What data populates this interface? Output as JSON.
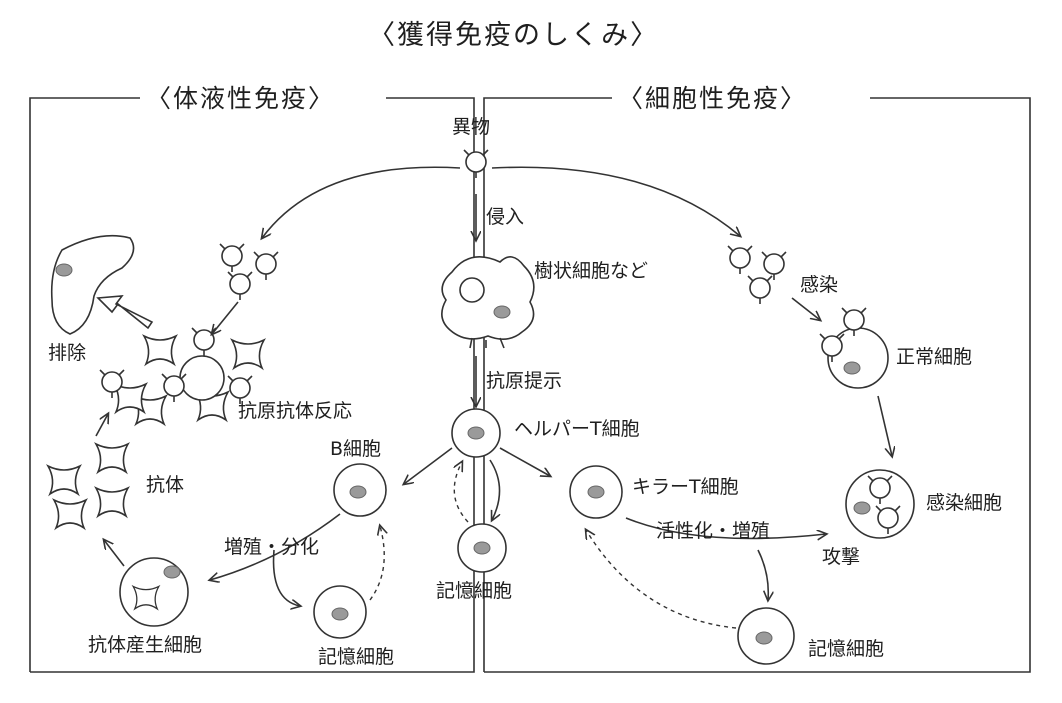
{
  "title": "〈獲得免疫のしくみ〉",
  "sections": {
    "humoral": "〈体液性免疫〉",
    "cellular": "〈細胞性免疫〉"
  },
  "labels": {
    "foreign": "異物",
    "invasion": "侵入",
    "dendritic": "樹状細胞など",
    "antigen_presentation": "抗原提示",
    "helper_t": "ヘルパーT細胞",
    "memory_center": "記憶細胞",
    "b_cell": "B細胞",
    "proliferation_diff": "増殖・分化",
    "memory_left": "記憶細胞",
    "antibody_producing": "抗体産生細胞",
    "antibody": "抗体",
    "antigen_antibody": "抗原抗体反応",
    "elimination": "排除",
    "infection": "感染",
    "normal_cell": "正常細胞",
    "infected_cell": "感染細胞",
    "killer_t": "キラーT細胞",
    "activation": "活性化・増殖",
    "attack": "攻撃",
    "memory_right": "記憶細胞"
  }
}
